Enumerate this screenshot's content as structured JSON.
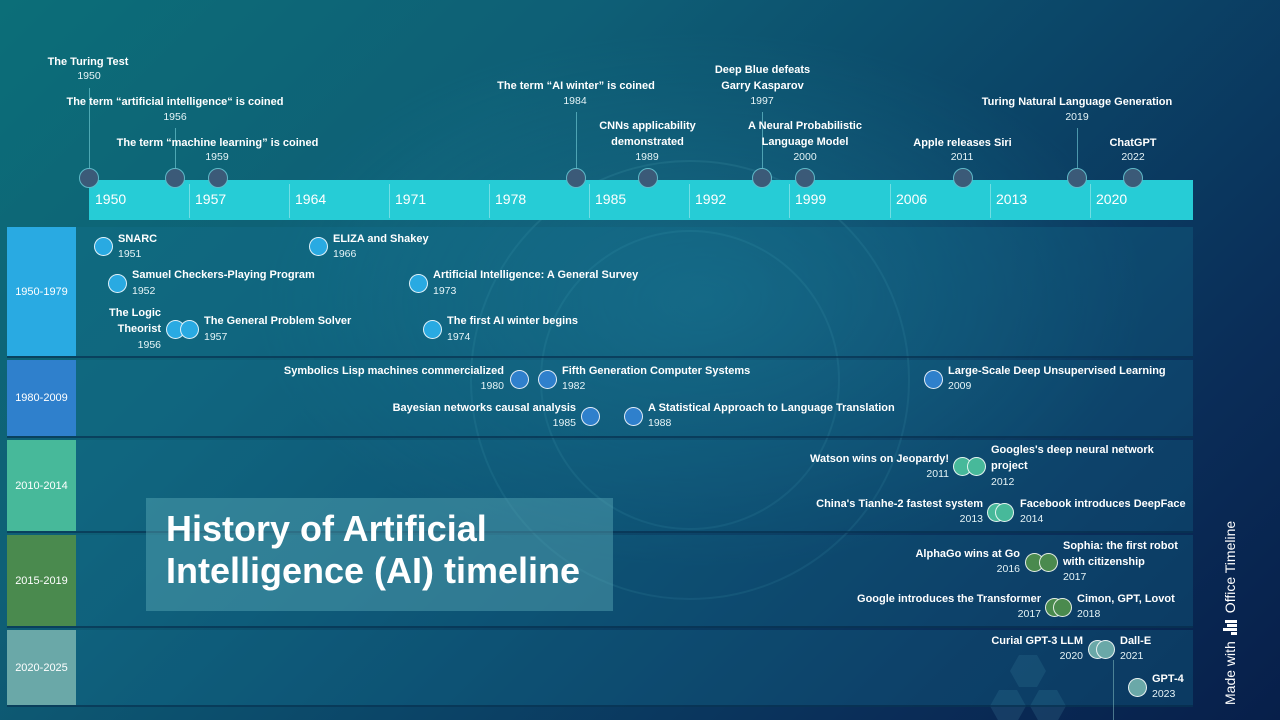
{
  "title": {
    "line1": "History of Artificial",
    "line2": "Intelligence (AI) timeline"
  },
  "branding": {
    "made_with": "Made with",
    "product": "Office Timeline"
  },
  "colors": {
    "axis_bar": "#26ccd6",
    "milestone_dot": "#3b5a78",
    "lane_1950_1979": "#29aae2",
    "lane_1980_2009": "#2f80cc",
    "lane_2010_2014": "#47b99a",
    "lane_2015_2019": "#4a8a4e",
    "lane_2020_2025": "#6aa8a8"
  },
  "axis": {
    "labels": [
      "1950",
      "1957",
      "1964",
      "1971",
      "1978",
      "1985",
      "1992",
      "1999",
      "2006",
      "2013",
      "2020"
    ]
  },
  "milestones": [
    {
      "title": "The Turing Test",
      "year": "1950"
    },
    {
      "title": "The term “artificial intelligence“ is coined",
      "year": "1956"
    },
    {
      "title": "The term “machine learning” is coined",
      "year": "1959"
    },
    {
      "title": "The term “AI winter” is coined",
      "year": "1984"
    },
    {
      "title": "CNNs applicability",
      "title2": "demonstrated",
      "year": "1989"
    },
    {
      "title": "Deep Blue defeats",
      "title2": "Garry Kasparov",
      "year": "1997"
    },
    {
      "title": "A Neural Probabilistic",
      "title2": "Language Model",
      "year": "2000"
    },
    {
      "title": "Apple releases Siri",
      "year": "2011"
    },
    {
      "title": "Turing Natural Language Generation",
      "year": "2019"
    },
    {
      "title": "ChatGPT",
      "year": "2022"
    }
  ],
  "lanes": [
    {
      "label": "1950-1979",
      "events": [
        {
          "title": "SNARC",
          "year": "1951"
        },
        {
          "title": "Samuel Checkers-Playing Program",
          "year": "1952"
        },
        {
          "title": "The Logic",
          "title2": "Theorist",
          "year": "1956"
        },
        {
          "title": "The General Problem Solver",
          "year": "1957"
        },
        {
          "title": "ELIZA and Shakey",
          "year": "1966"
        },
        {
          "title": "Artificial Intelligence: A General Survey",
          "year": "1973"
        },
        {
          "title": "The first AI winter begins",
          "year": "1974"
        }
      ]
    },
    {
      "label": "1980-2009",
      "events": [
        {
          "title": "Symbolics Lisp machines commercialized",
          "year": "1980"
        },
        {
          "title": "Fifth Generation Computer Systems",
          "year": "1982"
        },
        {
          "title": "Bayesian networks causal analysis",
          "year": "1985"
        },
        {
          "title": "A Statistical Approach to Language Translation",
          "year": "1988"
        },
        {
          "title": "Large-Scale Deep Unsupervised Learning",
          "year": "2009"
        }
      ]
    },
    {
      "label": "2010-2014",
      "events": [
        {
          "title": "Watson wins on Jeopardy!",
          "year": "2011"
        },
        {
          "title": "Googles's deep neural network",
          "title2": "project",
          "year": "2012"
        },
        {
          "title": "China's Tianhe-2 fastest system",
          "year": "2013"
        },
        {
          "title": "Facebook introduces DeepFace",
          "year": "2014"
        }
      ]
    },
    {
      "label": "2015-2019",
      "events": [
        {
          "title": "AlphaGo wins at Go",
          "year": "2016"
        },
        {
          "title": "Sophia: the first robot",
          "title2": "with citizenship",
          "year": "2017"
        },
        {
          "title": "Google introduces the Transformer",
          "year": "2017"
        },
        {
          "title": "Cimon, GPT, Lovot",
          "year": "2018"
        }
      ]
    },
    {
      "label": "2020-2025",
      "events": [
        {
          "title": "Curial GPT-3 LLM",
          "year": "2020"
        },
        {
          "title": "Dall-E",
          "year": "2021"
        },
        {
          "title": "GPT-4",
          "year": "2023"
        }
      ]
    }
  ]
}
